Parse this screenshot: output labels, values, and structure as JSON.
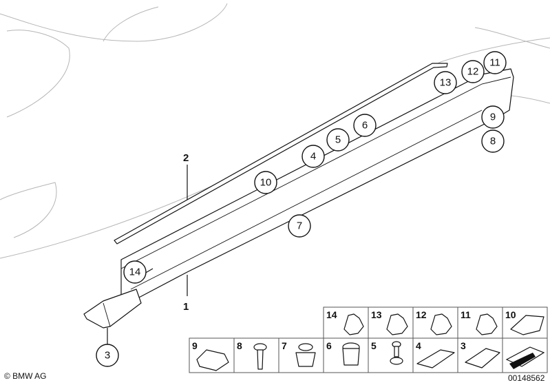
{
  "callouts": [
    {
      "id": "14",
      "label": "14"
    },
    {
      "id": "3",
      "label": "3"
    },
    {
      "id": "10",
      "label": "10"
    },
    {
      "id": "7",
      "label": "7"
    },
    {
      "id": "4",
      "label": "4"
    },
    {
      "id": "5",
      "label": "5"
    },
    {
      "id": "6",
      "label": "6"
    },
    {
      "id": "13",
      "label": "13"
    },
    {
      "id": "12",
      "label": "12"
    },
    {
      "id": "11",
      "label": "11"
    },
    {
      "id": "9",
      "label": "9"
    },
    {
      "id": "8",
      "label": "8"
    }
  ],
  "labels": {
    "part_2": "2",
    "part_1": "1"
  },
  "parts_grid": {
    "top_row": [
      "14",
      "13",
      "12",
      "11",
      "10"
    ],
    "bottom_row": [
      "9",
      "8",
      "7",
      "6",
      "5",
      "4",
      "3"
    ]
  },
  "footer": {
    "copyright": "© BMW AG",
    "image_number": "00148562"
  }
}
